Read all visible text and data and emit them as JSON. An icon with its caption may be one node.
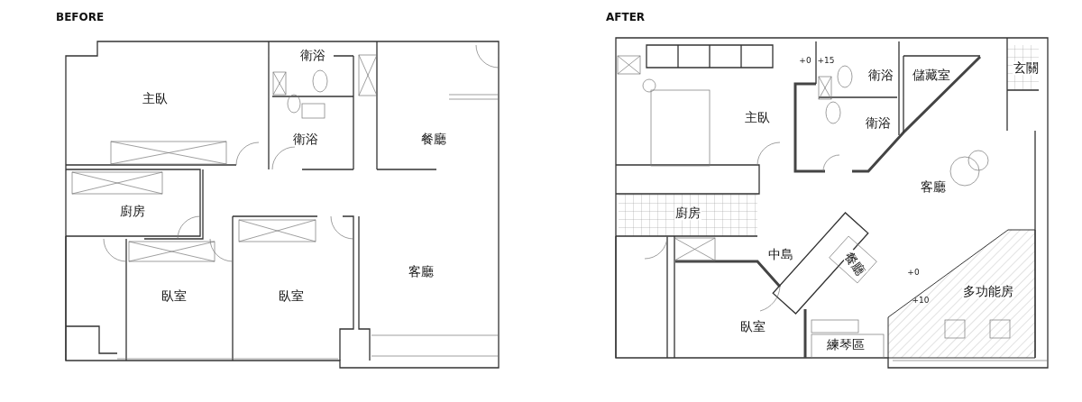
{
  "diagram": {
    "nodes": [
      {
        "text": [
          "BEFORE"
        ]
      },
      {
        "text": [
          "衛浴"
        ],
        "in": 0
      },
      {
        "text": [
          "主臥"
        ],
        "in": 0
      },
      {
        "text": [
          "衛浴"
        ],
        "in": 0
      },
      {
        "text": [
          "餐廳"
        ],
        "in": 0
      },
      {
        "text": [
          "廚房"
        ],
        "in": 0
      },
      {
        "text": [
          "客廳"
        ],
        "in": 0
      },
      {
        "text": [
          "臥室"
        ],
        "in": 0
      },
      {
        "text": [
          "臥室"
        ],
        "in": 0
      },
      {
        "text": [
          "AFTER"
        ]
      },
      {
        "text": [
          "玄關"
        ],
        "in": 9
      },
      {
        "text": [
          "衛浴"
        ],
        "in": 9
      },
      {
        "text": [
          "儲藏室"
        ],
        "in": 9
      },
      {
        "text": [
          "主臥"
        ],
        "in": 9
      },
      {
        "text": [
          "衛浴"
        ],
        "in": 9
      },
      {
        "text": [
          "客廳"
        ],
        "in": 9
      },
      {
        "text": [
          "廚房"
        ],
        "in": 9
      },
      {
        "text": [
          "中島"
        ],
        "in": 9
      },
      {
        "text": [
          "餐廳"
        ],
        "in": 9
      },
      {
        "text": [
          "多功能房"
        ],
        "in": 9
      },
      {
        "text": [
          "臥室"
        ],
        "in": 9
      },
      {
        "text": [
          "練琴區"
        ],
        "in": 9
      }
    ],
    "labels": [
      "+0",
      "+15",
      "+0",
      "+10"
    ]
  }
}
